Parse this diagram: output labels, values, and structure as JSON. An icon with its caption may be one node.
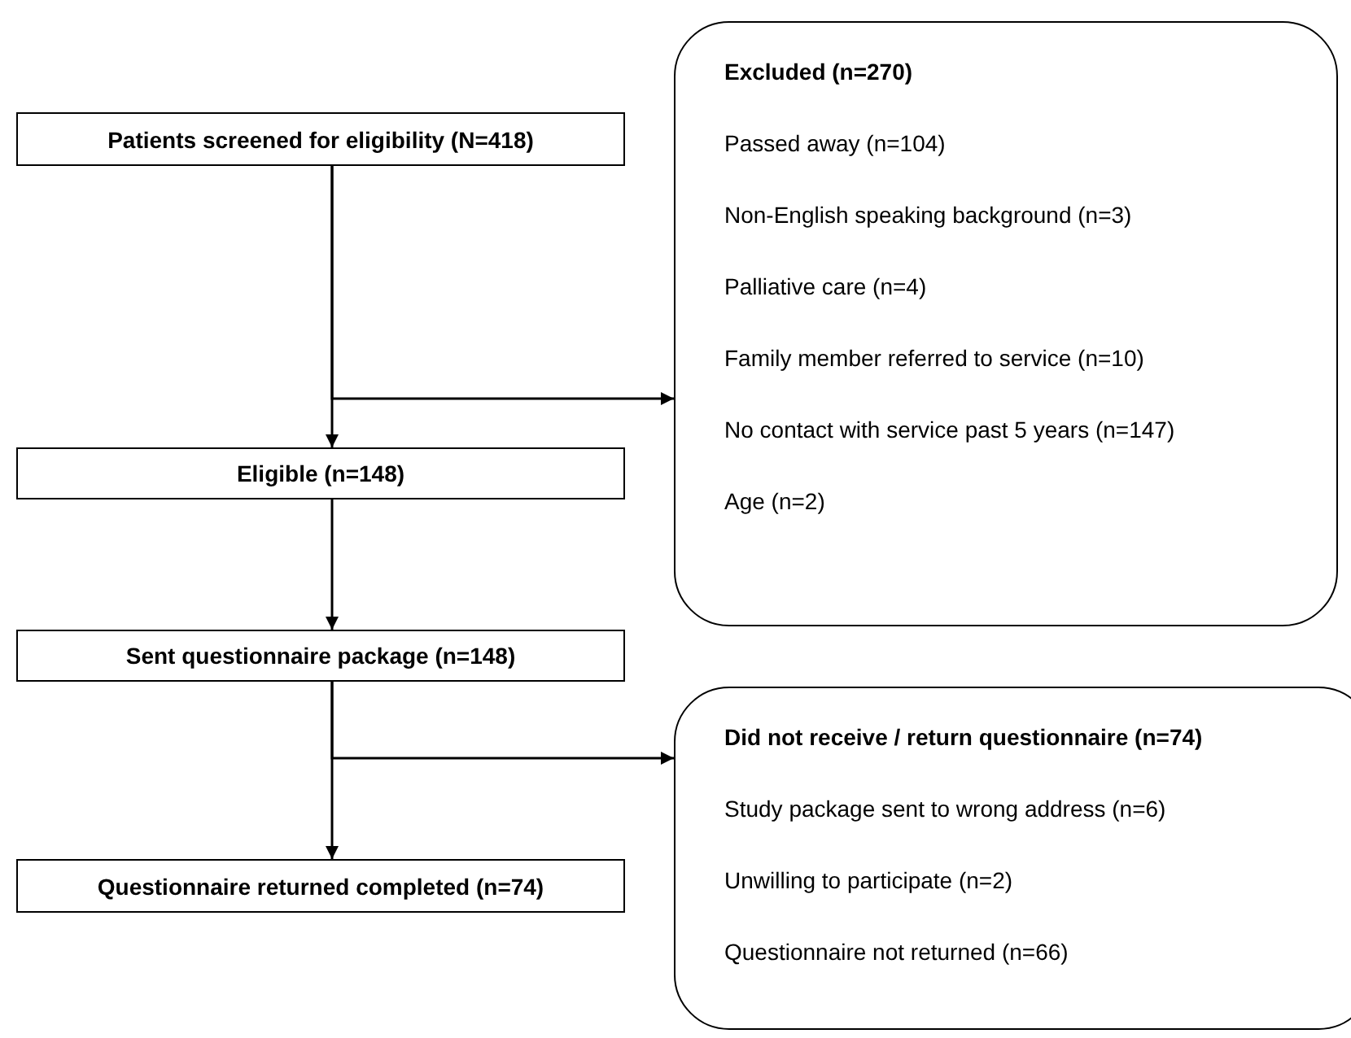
{
  "diagram": {
    "nodes": [
      {
        "text": [
          "Patients screened for eligibility (N=418)"
        ]
      },
      {
        "text": [
          "Excluded (n=270)",
          "Passed away (n=104)",
          "Non-English speaking background (n=3)",
          "Palliative care (n=4)",
          "Family member referred to service (n=10)",
          "No contact with service past 5 years (n=147)",
          "Age (n=2)"
        ]
      },
      {
        "text": [
          "Eligible (n=148)"
        ]
      },
      {
        "text": [
          "Sent questionnaire package (n=148)"
        ]
      },
      {
        "text": [
          "Questionnaire returned completed (n=74)"
        ]
      },
      {
        "text": [
          "Did not receive / return questionnaire (n=74)",
          "Study package sent to wrong address (n=6)",
          "Unwilling to participate (n=2)",
          "Questionnaire not returned (n=66)"
        ]
      }
    ],
    "edges": [
      {
        "from": 0,
        "to": 2,
        "arrow": "to"
      },
      {
        "from": 0,
        "to": 1,
        "arrow": "to"
      },
      {
        "from": 2,
        "to": 3,
        "arrow": "to"
      },
      {
        "from": 3,
        "to": 4,
        "arrow": "to"
      },
      {
        "from": 3,
        "to": 5,
        "arrow": "to"
      }
    ]
  }
}
